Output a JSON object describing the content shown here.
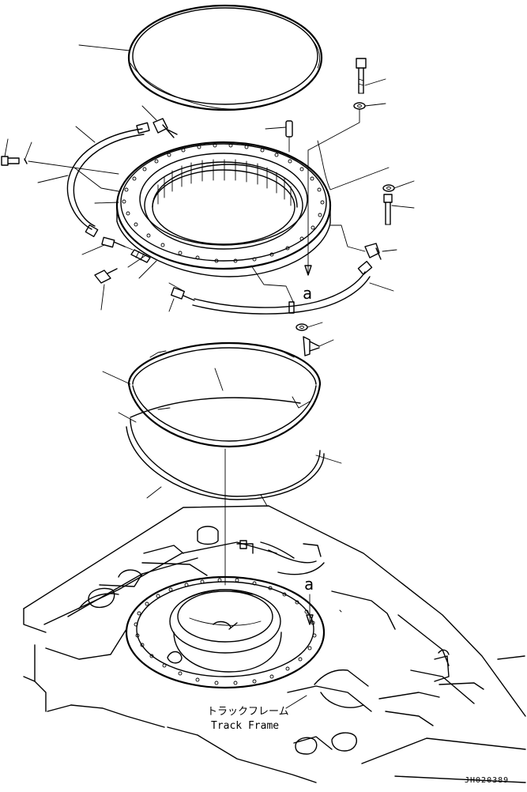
{
  "labels": {
    "ref_a": "a",
    "ref_a_lower": "a",
    "frame_jp": "トラックフレーム",
    "frame_en": "Track Frame",
    "drawing_code": "JH020389"
  },
  "icons": [
    "bolt-icon",
    "washer-icon",
    "elbow-fitting-icon",
    "hose-icon",
    "dowel-pin-icon",
    "connector-icon"
  ]
}
